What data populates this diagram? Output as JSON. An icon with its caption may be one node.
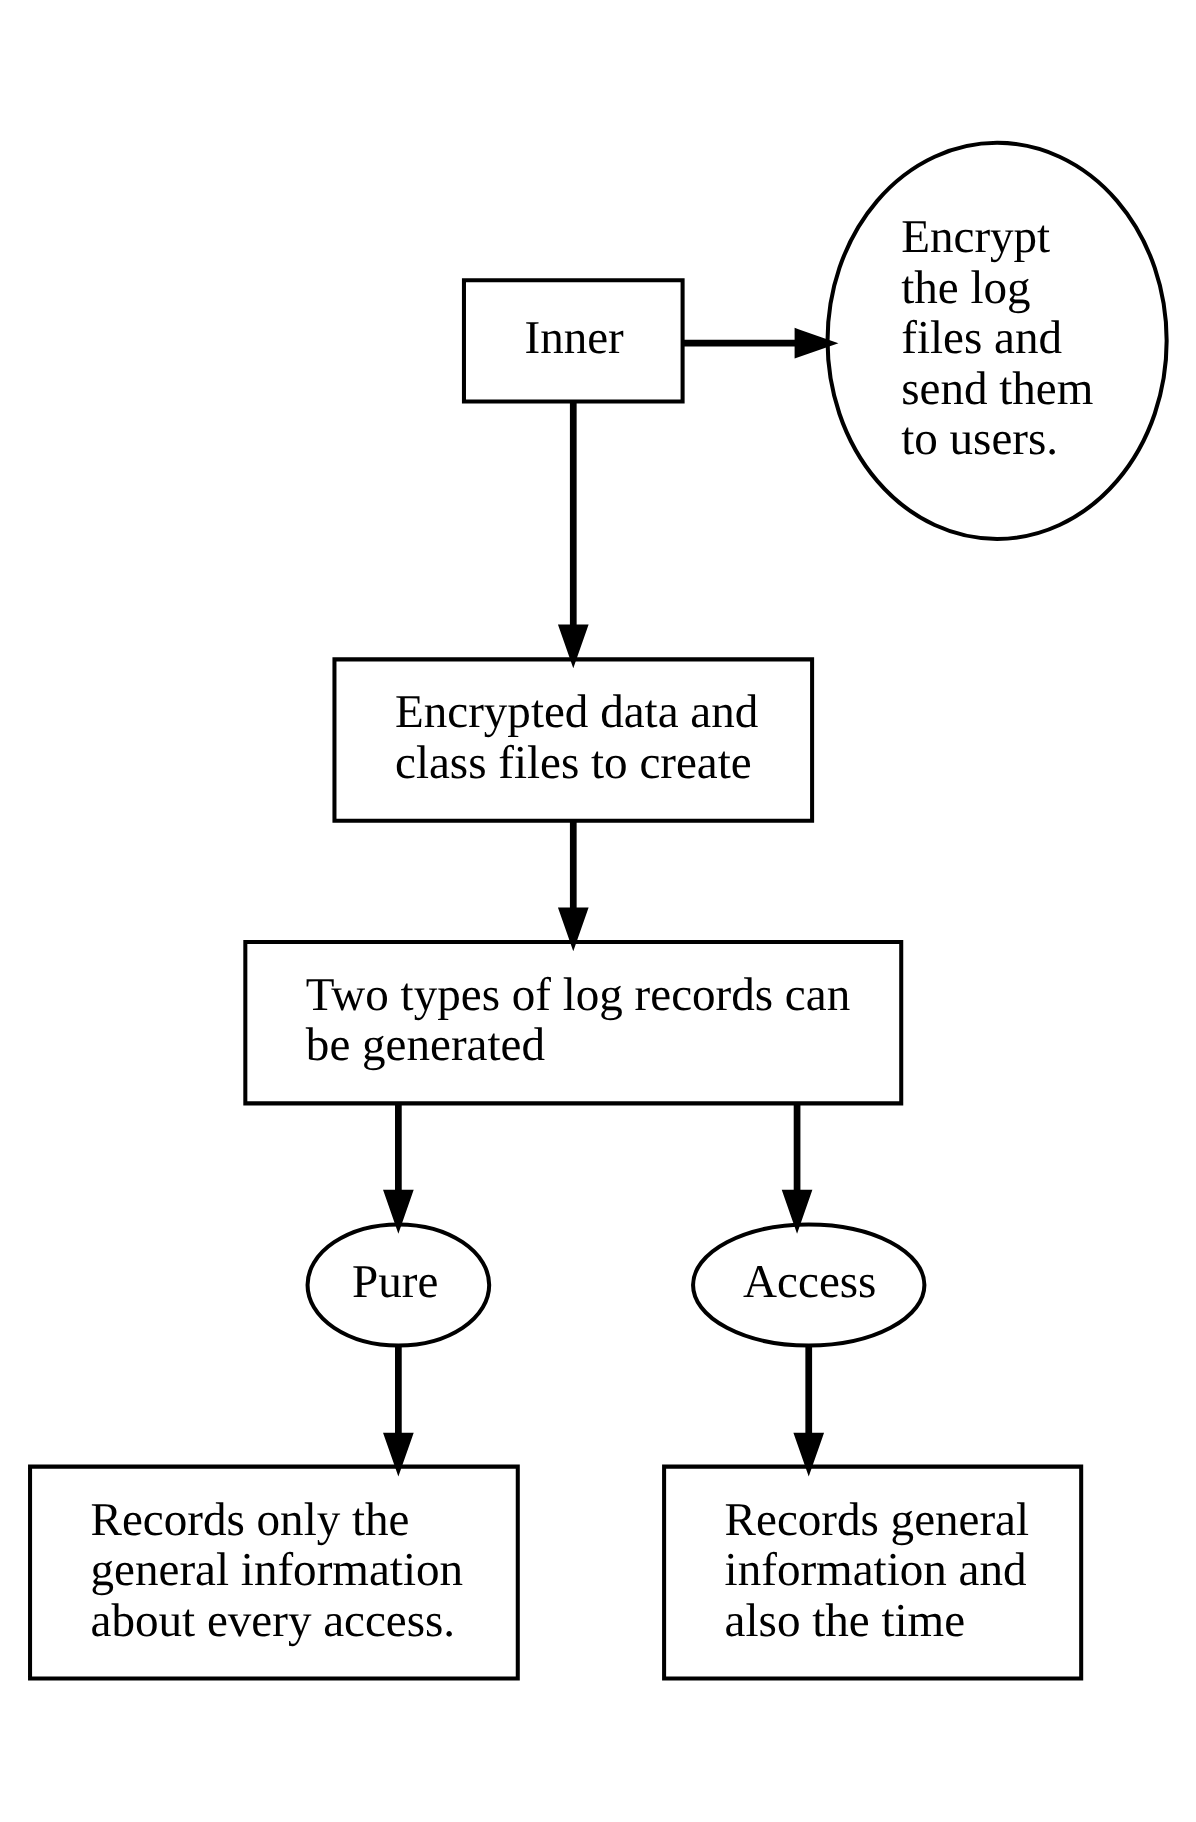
{
  "diagram": {
    "nodes": [
      {
        "text": [
          "Inner"
        ]
      },
      {
        "text": [
          "Encrypt the log files and send them to users."
        ]
      },
      {
        "text": [
          "Encrypted data and class files to create"
        ]
      },
      {
        "text": [
          "Two types of log records can be generated"
        ]
      },
      {
        "text": [
          "Pure"
        ]
      },
      {
        "text": [
          "Access"
        ]
      },
      {
        "text": [
          "Records only the general information about every access."
        ]
      },
      {
        "text": [
          "Records general information and also the time"
        ]
      }
    ],
    "edges": [
      {
        "from": 0,
        "to": 1,
        "arrow": "to"
      },
      {
        "from": 0,
        "to": 2,
        "arrow": "to"
      },
      {
        "from": 2,
        "to": 3,
        "arrow": "to"
      },
      {
        "from": 3,
        "to": 4,
        "arrow": "to"
      },
      {
        "from": 3,
        "to": 5,
        "arrow": "to"
      },
      {
        "from": 4,
        "to": 6,
        "arrow": "to"
      },
      {
        "from": 5,
        "to": 7,
        "arrow": "to"
      }
    ]
  }
}
